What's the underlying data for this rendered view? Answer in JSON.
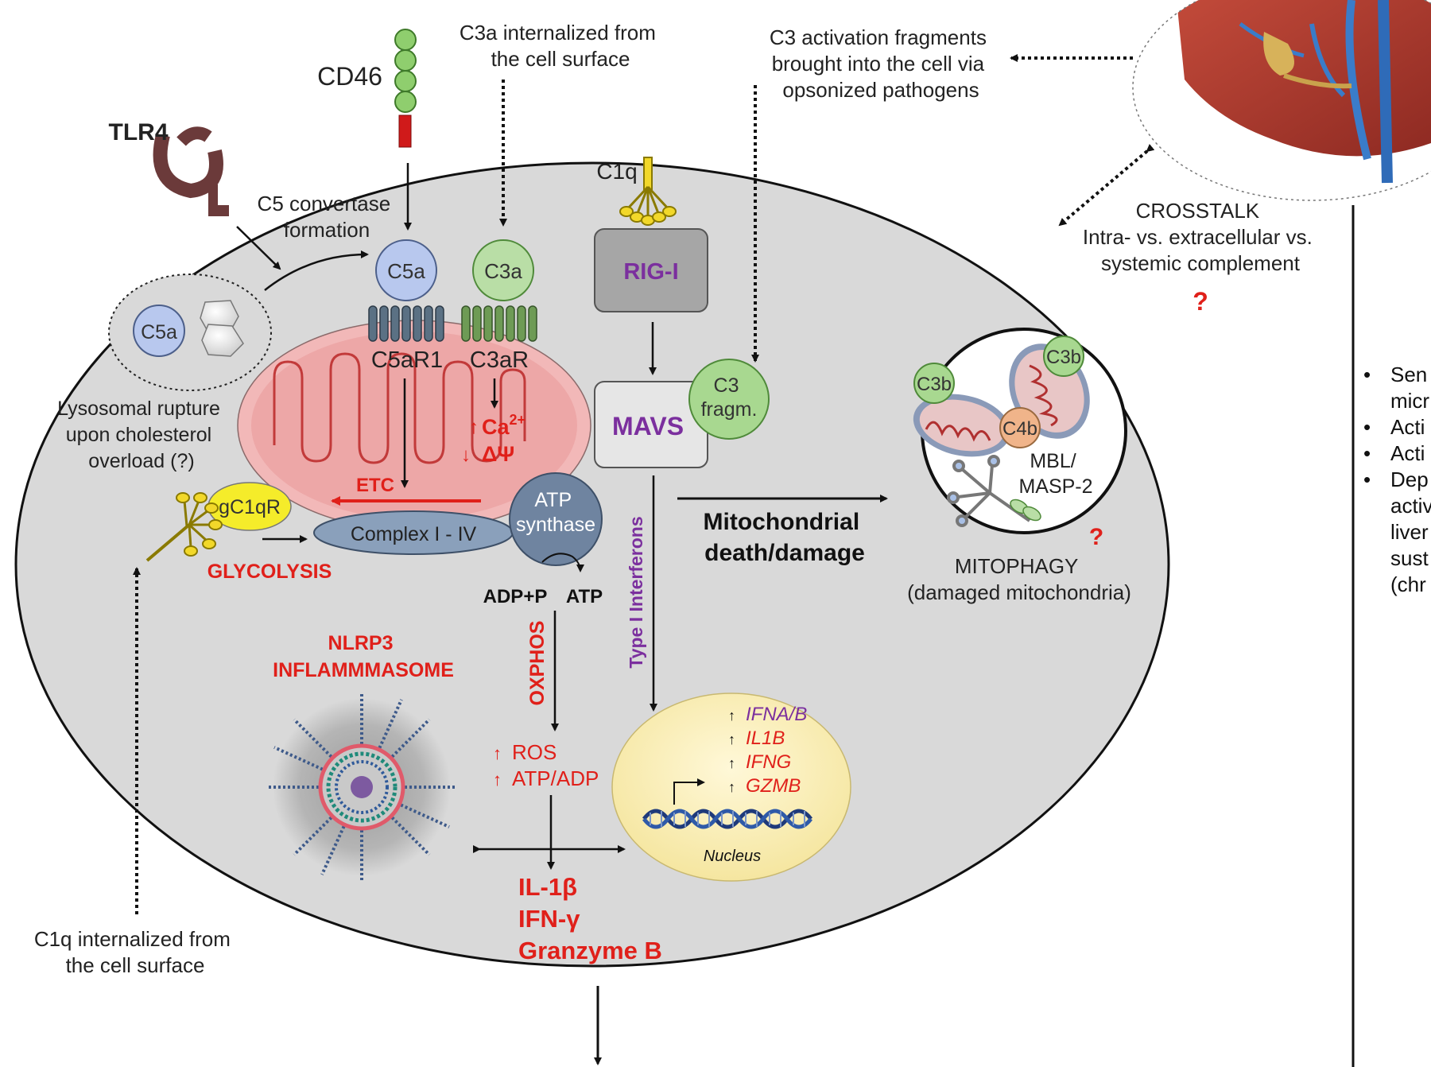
{
  "labels": {
    "cd46": "CD46",
    "tlr4": "TLR4",
    "c3a_internalized": [
      "C3a internalized from",
      "the cell surface"
    ],
    "c3_activation": [
      "C3 activation fragments",
      "brought into the cell via",
      "opsonized pathogens"
    ],
    "c5_convertase": [
      "C5 convertase",
      "formation"
    ],
    "c5a": "C5a",
    "c3a": "C3a",
    "lysosome_c5a": "C5a",
    "c5ar1": "C5aR1",
    "c3ar": "C3aR",
    "lysosomal": [
      "Lysosomal rupture",
      "upon cholesterol",
      "overload (?)"
    ],
    "ca": "Ca",
    "ca_sup": "2+",
    "delta_psi": "ΔΨ",
    "etc": "ETC",
    "gc1qr": "gC1qR",
    "complex": "Complex I - IV",
    "atp_synthase": [
      "ATP",
      "synthase"
    ],
    "glycolysis": "GLYCOLYSIS",
    "adp": "ADP+P",
    "atp": "ATP",
    "oxphos": "OXPHOS",
    "c1q": "C1q",
    "rigi": "RIG-I",
    "mavs": "MAVS",
    "c3_fragm": [
      "C3",
      "fragm."
    ],
    "type1": "Type I Interferons",
    "mito_death": [
      "Mitochondrial",
      "death/damage"
    ],
    "c3b_1": "C3b",
    "c3b_2": "C3b",
    "c4b": "C4b",
    "mbl": [
      "MBL/",
      "MASP-2"
    ],
    "mitophagy": [
      "MITOPHAGY",
      "(damaged mitochondria)"
    ],
    "question_1": "?",
    "question_2": "?",
    "crosstalk": [
      "CROSSTALK",
      "Intra- vs. extracellular vs.",
      "systemic complement"
    ],
    "nlrp3": [
      "NLRP3",
      "INFLAMMMASOME"
    ],
    "ros": "ROS",
    "atp_adp": "ATP/ADP",
    "genes": [
      "IFNA/B",
      "IL1B",
      "IFNG",
      "GZMB"
    ],
    "nucleus": "Nucleus",
    "outputs": [
      "IL-1β",
      "IFN-γ",
      "Granzyme B"
    ],
    "c1q_internalized": [
      "C1q internalized from",
      "the cell surface"
    ]
  },
  "bullets": [
    {
      "marker": "•",
      "text": "Sen"
    },
    {
      "marker": "",
      "text": "micr"
    },
    {
      "marker": "•",
      "text": "Acti"
    },
    {
      "marker": "•",
      "text": "Acti"
    },
    {
      "marker": "•",
      "text": "Dep"
    },
    {
      "marker": "",
      "text": "activ"
    },
    {
      "marker": "",
      "text": "liver"
    },
    {
      "marker": "",
      "text": "sust"
    },
    {
      "marker": "",
      "text": "(chr"
    }
  ],
  "colors": {
    "cell": "#d9d9d9",
    "mito": "#f2b8b8",
    "red": "#e0201a",
    "purple": "#7b2f9e",
    "c5a": "#b8c8ee",
    "c3a": "#b9dea6",
    "receptor": "#5b7184"
  }
}
